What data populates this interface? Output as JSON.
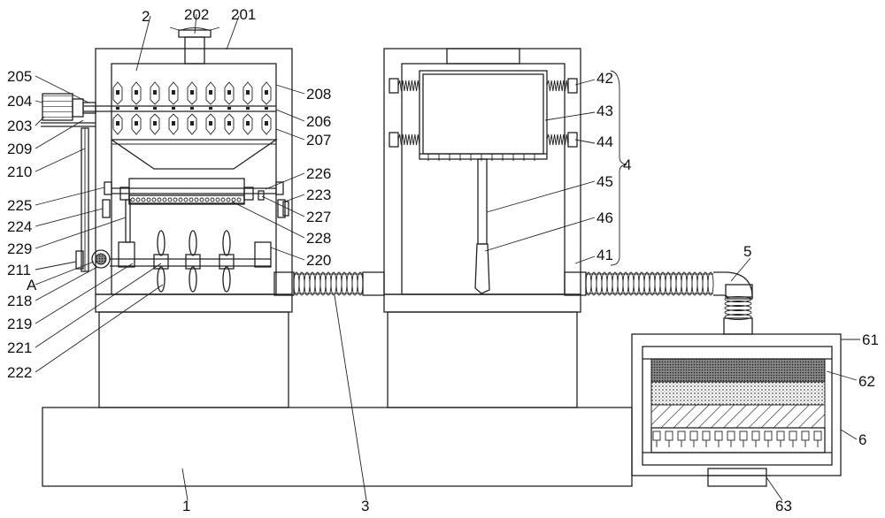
{
  "figure": {
    "labels": {
      "l1": "1",
      "l2": "2",
      "l3": "3",
      "l4": "4",
      "l5": "5",
      "l6": "6",
      "l41": "41",
      "l42": "42",
      "l43": "43",
      "l44": "44",
      "l45": "45",
      "l46": "46",
      "l61": "61",
      "l62": "62",
      "l63": "63",
      "l201": "201",
      "l202": "202",
      "l203": "203",
      "l204": "204",
      "l205": "205",
      "l206": "206",
      "l207": "207",
      "l208": "208",
      "l209": "209",
      "l210": "210",
      "l211": "211",
      "lA": "A",
      "l218": "218",
      "l219": "219",
      "l220": "220",
      "l221": "221",
      "l222": "222",
      "l223": "223",
      "l224": "224",
      "l225": "225",
      "l226": "226",
      "l227": "227",
      "l228": "228",
      "l229": "229"
    }
  }
}
